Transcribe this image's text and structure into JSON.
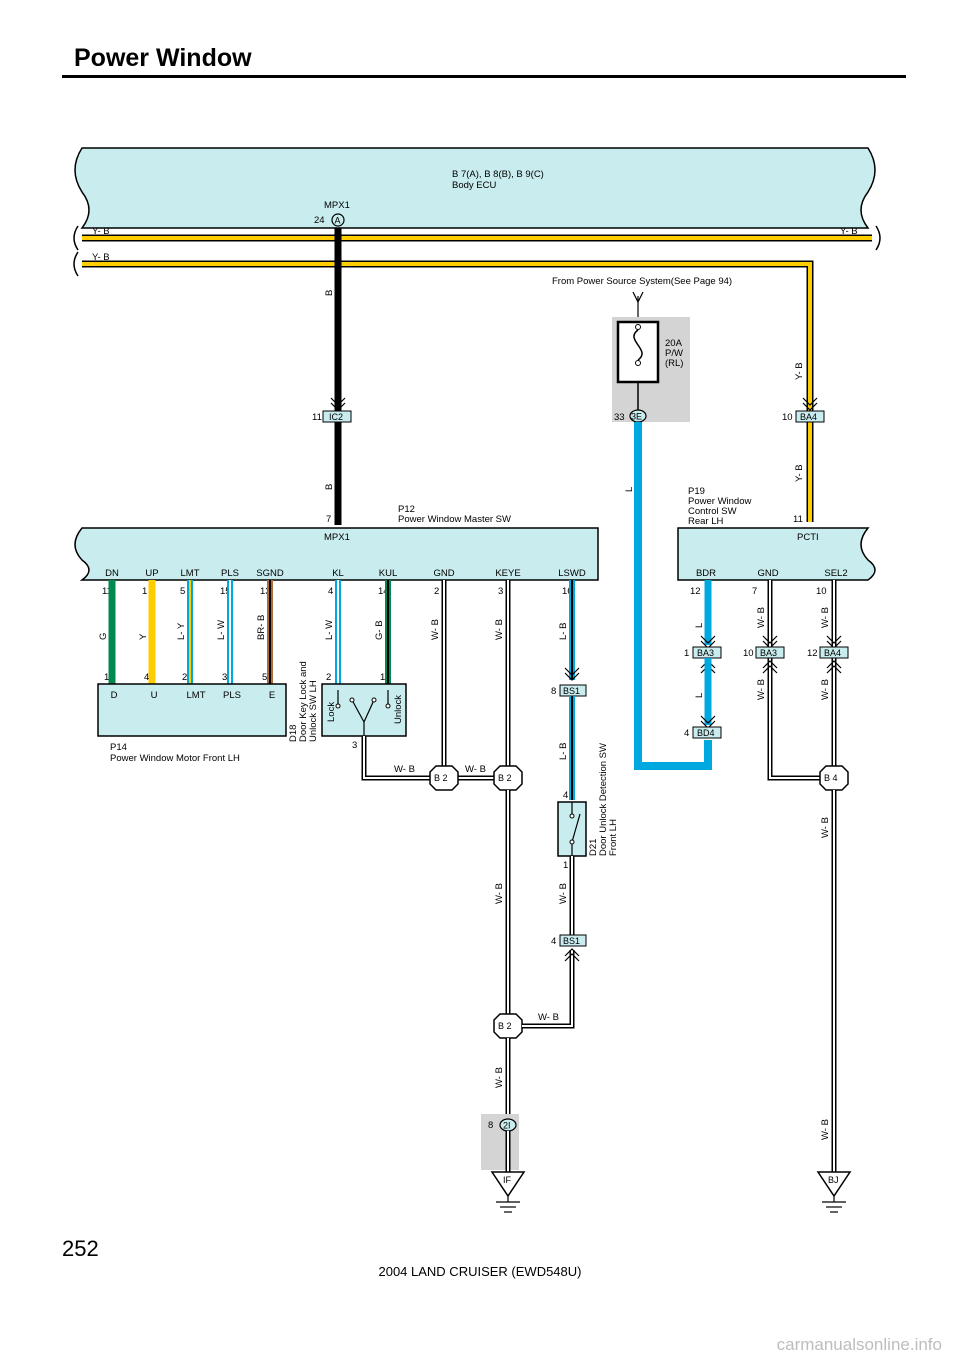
{
  "page": {
    "title": "Power Window",
    "page_number": "252",
    "footer": "2004 LAND CRUISER (EWD548U)",
    "watermark": "carmanualsonline.info"
  },
  "colors": {
    "ecu_fill": "#c9ecee",
    "wire_black": "#000000",
    "wire_yellow": "#ffcc00",
    "wire_blue": "#00a8e0",
    "wire_green": "#008a50",
    "wire_brown": "#b06a3a",
    "fuse_bg": "#d4d4d4"
  },
  "body_ecu": {
    "line1": "B 7(A), B 8(B), B 9(C)",
    "line2": "Body ECU",
    "signal": "MPX1",
    "pin": "24",
    "connector": "A"
  },
  "bus": {
    "left_top": "Y- B",
    "right_top": "Y- B",
    "left_bottom": "Y- B"
  },
  "power_source": "From Power Source System(See Page 94)",
  "fuse": {
    "amp": "20A",
    "name": "P/W",
    "loc": "(RL)",
    "pin": "33",
    "connector": "3E",
    "wire": "L"
  },
  "mpx_wire": {
    "upper": "B",
    "lower": "B",
    "pin_ic2": "11",
    "ic2": "IC2",
    "pin_sw": "7"
  },
  "rear_feed": {
    "upper": "Y- B",
    "lower": "Y- B",
    "pin_ba4": "10",
    "ba4": "BA4",
    "pin_sw": "11"
  },
  "master_sw": {
    "id": "P12",
    "name": "Power Window Master SW",
    "signal": "MPX1",
    "terminals": [
      {
        "name": "DN",
        "pin": "11",
        "wire": "G"
      },
      {
        "name": "UP",
        "pin": "1",
        "wire": "Y"
      },
      {
        "name": "LMT",
        "pin": "5",
        "wire": "L- Y"
      },
      {
        "name": "PLS",
        "pin": "15",
        "wire": "L- W"
      },
      {
        "name": "SGND",
        "pin": "13",
        "wire": "BR- B"
      },
      {
        "name": "KL",
        "pin": "4",
        "wire": "L- W"
      },
      {
        "name": "KUL",
        "pin": "14",
        "wire": "G- B"
      },
      {
        "name": "GND",
        "pin": "2",
        "wire": "W- B"
      },
      {
        "name": "KEYE",
        "pin": "3",
        "wire": "W- B"
      },
      {
        "name": "LSWD",
        "pin": "16",
        "wire": "L- B"
      }
    ]
  },
  "rear_sw": {
    "id": "P19",
    "line1": "Power Window",
    "line2": "Control SW",
    "line3": "Rear LH",
    "signal": "PCTI",
    "terminals": [
      {
        "name": "BDR",
        "pin": "12",
        "wire": "L"
      },
      {
        "name": "GND",
        "pin": "7",
        "wire": "W- B"
      },
      {
        "name": "SEL2",
        "pin": "10",
        "wire": "W- B"
      }
    ]
  },
  "motor": {
    "id": "P14",
    "name": "Power Window Motor Front LH",
    "terminals": [
      {
        "name": "D",
        "pin": "1"
      },
      {
        "name": "U",
        "pin": "4"
      },
      {
        "name": "LMT",
        "pin": "2"
      },
      {
        "name": "PLS",
        "pin": "3"
      },
      {
        "name": "E",
        "pin": "5"
      }
    ]
  },
  "door_key_sw": {
    "id": "D18",
    "line1": "Door Key Lock and",
    "line2": "Unlock SW LH",
    "lock": "Lock",
    "unlock": "Unlock",
    "pin_lock": "2",
    "pin_unlock": "1",
    "pin_common": "3",
    "wire_out": "W- B"
  },
  "detection_sw": {
    "id": "D21",
    "line1": "Door Unlock Detection SW",
    "line2": "Front LH",
    "pin_top": "4",
    "pin_bottom": "1",
    "wire_top": "L- B",
    "wire_bottom": "W- B"
  },
  "connectors": {
    "bs1_top": {
      "pin": "8",
      "name": "BS1"
    },
    "bs1_bottom": {
      "pin": "4",
      "name": "BS1"
    },
    "ba3_l": {
      "pin": "1",
      "name": "BA3"
    },
    "ba3_r": {
      "pin": "10",
      "name": "BA3"
    },
    "ba4_low": {
      "pin": "12",
      "name": "BA4"
    },
    "bd4": {
      "pin": "4",
      "name": "BD4"
    },
    "c2i": {
      "pin": "8",
      "name": "2I"
    }
  },
  "wire_labels": {
    "bd4_link": "L",
    "ba3_down": "W- B",
    "ba4_down": "W- B",
    "b4_down": "W- B",
    "b4_bottom": "W- B",
    "b2_mid": "W- B",
    "b2_low_link": "W- B",
    "gnd_drop": "W- B",
    "b2_keye_link": "W- B"
  },
  "junctions": {
    "b2": "B 2",
    "b4": "B 4"
  },
  "grounds": {
    "left": "IF",
    "right": "BJ"
  }
}
